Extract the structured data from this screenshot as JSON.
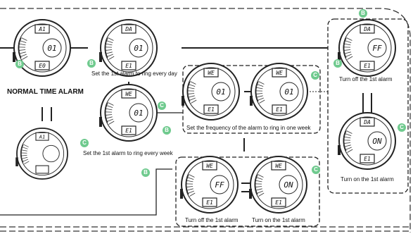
{
  "title": "NORMAL TIME ALARM",
  "colors": {
    "badge": "#6fca8e",
    "line": "#222222"
  },
  "badges": {
    "b": "B",
    "c": "C"
  },
  "labels": {
    "every_day": "Set the 1st alarm to ring every day",
    "every_week": "Set the 1st alarm to ring every week",
    "frequency": "Set the frequency of the alarm to ring in one week",
    "off_top": "Turn off the 1st alarm",
    "on_right": "Turn on the 1st alarm",
    "off_bottom": "Turn off the 1st alarm",
    "on_bottom": "Turn on the 1st alarm"
  },
  "watches": [
    {
      "id": "w1",
      "top": "A1",
      "mid": "01",
      "bot": "E0"
    },
    {
      "id": "w2",
      "top": "DA",
      "mid": "01",
      "bot": "E1"
    },
    {
      "id": "w3",
      "top": "WE",
      "mid": "01",
      "bot": "E1"
    },
    {
      "id": "w4",
      "top": "A1",
      "mid": "",
      "bot": ""
    },
    {
      "id": "w5",
      "top": "WE",
      "mid": "01",
      "bot": "E1"
    },
    {
      "id": "w6",
      "top": "WE",
      "mid": "01",
      "bot": "E1"
    },
    {
      "id": "w7",
      "top": "DA",
      "mid": "FF",
      "bot": "E1"
    },
    {
      "id": "w8",
      "top": "DA",
      "mid": "ON",
      "bot": "E1"
    },
    {
      "id": "w9",
      "top": "WE",
      "mid": "FF",
      "bot": "E1"
    },
    {
      "id": "w10",
      "top": "WE",
      "mid": "ON",
      "bot": "E1"
    }
  ]
}
